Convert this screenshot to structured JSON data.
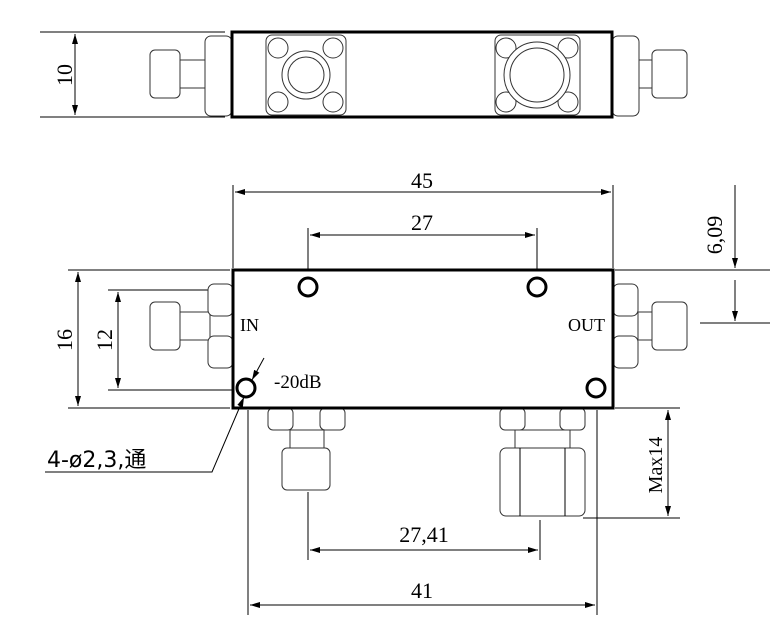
{
  "title": "Directional coupler outline drawing",
  "dimensions": {
    "top_height": "10",
    "overall_length": "45",
    "hole_spacing_top": "27",
    "port_offset": "6,09",
    "body_height": "16",
    "hole_spacing_vertical": "12",
    "coupled_port_height": "Max14",
    "coupled_port_spacing": "27,41",
    "hole_spacing_bottom": "41"
  },
  "labels": {
    "input": "IN",
    "output": "OUT",
    "coupling": "-20dB",
    "hole_note": "4-ø2,3,通"
  }
}
